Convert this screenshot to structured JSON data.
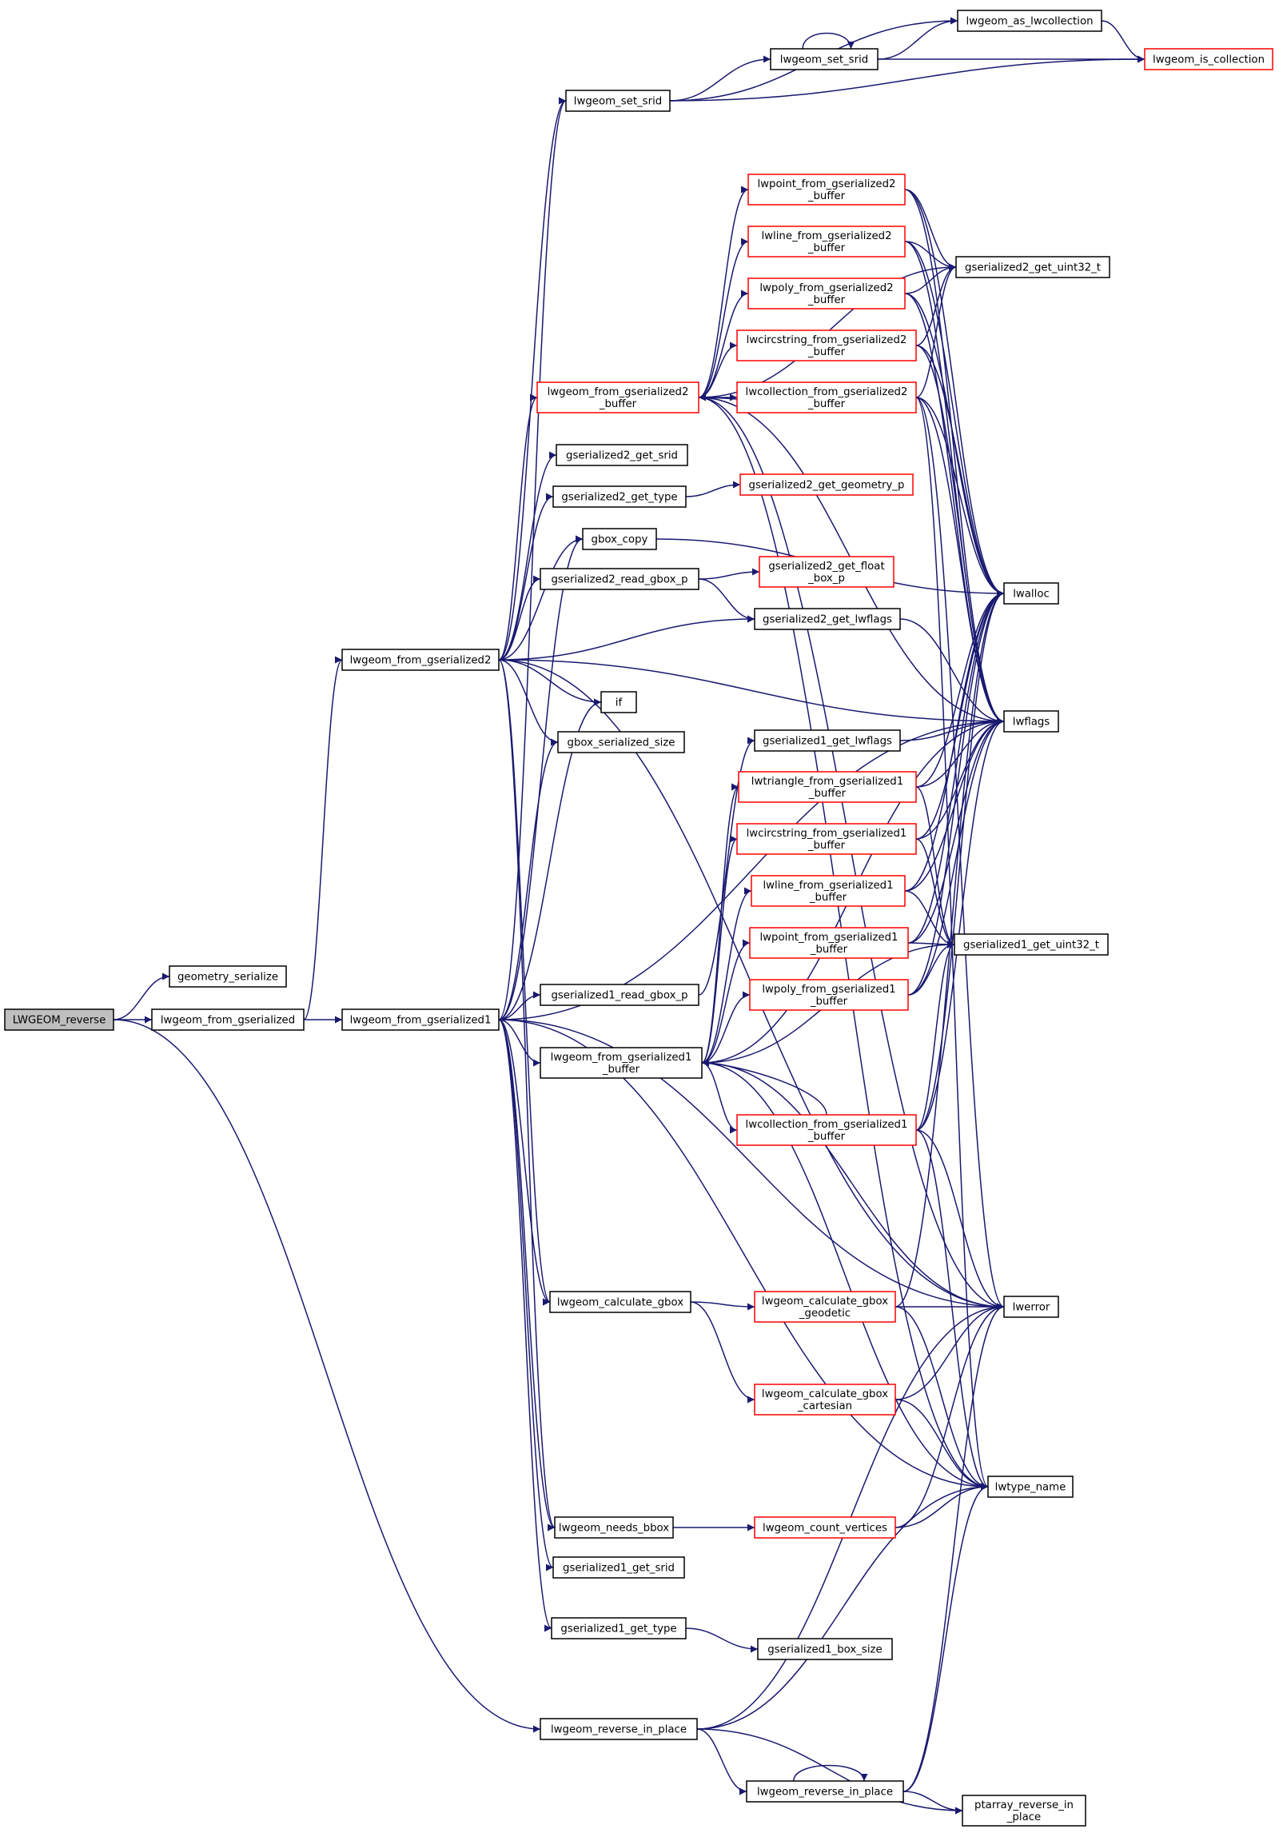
{
  "nodes": [
    {
      "id": "LWGEOM_reverse",
      "lines": [
        "LWGEOM_reverse"
      ],
      "style": "root"
    },
    {
      "id": "geometry_serialize",
      "lines": [
        "geometry_serialize"
      ],
      "style": "normal"
    },
    {
      "id": "lwgeom_from_gserialized",
      "lines": [
        "lwgeom_from_gserialized"
      ],
      "style": "normal"
    },
    {
      "id": "lwgeom_from_gserialized1",
      "lines": [
        "lwgeom_from_gserialized1"
      ],
      "style": "normal"
    },
    {
      "id": "lwgeom_from_gserialized2",
      "lines": [
        "lwgeom_from_gserialized2"
      ],
      "style": "normal"
    },
    {
      "id": "lwgeom_set_srid",
      "lines": [
        "lwgeom_set_srid"
      ],
      "style": "normal"
    },
    {
      "id": "lwgeom_set_srid_inner",
      "lines": [
        "lwgeom_set_srid"
      ],
      "style": "normal"
    },
    {
      "id": "lwgeom_as_lwcollection",
      "lines": [
        "lwgeom_as_lwcollection"
      ],
      "style": "normal"
    },
    {
      "id": "lwgeom_is_collection",
      "lines": [
        "lwgeom_is_collection"
      ],
      "style": "truncated"
    },
    {
      "id": "lwpoint_from_gserialized2_buffer",
      "lines": [
        "lwpoint_from_gserialized2",
        "_buffer"
      ],
      "style": "truncated"
    },
    {
      "id": "lwline_from_gserialized2_buffer",
      "lines": [
        "lwline_from_gserialized2",
        "_buffer"
      ],
      "style": "truncated"
    },
    {
      "id": "lwpoly_from_gserialized2_buffer",
      "lines": [
        "lwpoly_from_gserialized2",
        "_buffer"
      ],
      "style": "truncated"
    },
    {
      "id": "lwcircstring_from_gserialized2_buffer",
      "lines": [
        "lwcircstring_from_gserialized2",
        "_buffer"
      ],
      "style": "truncated"
    },
    {
      "id": "lwcollection_from_gserialized2_buffer",
      "lines": [
        "lwcollection_from_gserialized2",
        "_buffer"
      ],
      "style": "truncated"
    },
    {
      "id": "lwgeom_from_gserialized2_buffer",
      "lines": [
        "lwgeom_from_gserialized2",
        "_buffer"
      ],
      "style": "truncated"
    },
    {
      "id": "gserialized2_get_uint32_t",
      "lines": [
        "gserialized2_get_uint32_t"
      ],
      "style": "normal"
    },
    {
      "id": "gserialized2_get_srid",
      "lines": [
        "gserialized2_get_srid"
      ],
      "style": "normal"
    },
    {
      "id": "gserialized2_get_type",
      "lines": [
        "gserialized2_get_type"
      ],
      "style": "normal"
    },
    {
      "id": "gserialized2_get_geometry_p",
      "lines": [
        "gserialized2_get_geometry_p"
      ],
      "style": "truncated"
    },
    {
      "id": "gbox_copy",
      "lines": [
        "gbox_copy"
      ],
      "style": "normal"
    },
    {
      "id": "gserialized2_read_gbox_p",
      "lines": [
        "gserialized2_read_gbox_p"
      ],
      "style": "normal"
    },
    {
      "id": "gserialized2_get_float_box_p",
      "lines": [
        "gserialized2_get_float",
        "_box_p"
      ],
      "style": "truncated"
    },
    {
      "id": "lwalloc",
      "lines": [
        "lwalloc"
      ],
      "style": "normal"
    },
    {
      "id": "gserialized2_get_lwflags",
      "lines": [
        "gserialized2_get_lwflags"
      ],
      "style": "normal"
    },
    {
      "id": "if",
      "lines": [
        "if"
      ],
      "style": "normal"
    },
    {
      "id": "lwflags",
      "lines": [
        "lwflags"
      ],
      "style": "normal"
    },
    {
      "id": "gbox_serialized_size",
      "lines": [
        "gbox_serialized_size"
      ],
      "style": "normal"
    },
    {
      "id": "gserialized1_get_lwflags",
      "lines": [
        "gserialized1_get_lwflags"
      ],
      "style": "normal"
    },
    {
      "id": "lwtriangle_from_gserialized1_buffer",
      "lines": [
        "lwtriangle_from_gserialized1",
        "_buffer"
      ],
      "style": "truncated"
    },
    {
      "id": "lwcircstring_from_gserialized1_buffer",
      "lines": [
        "lwcircstring_from_gserialized1",
        "_buffer"
      ],
      "style": "truncated"
    },
    {
      "id": "lwline_from_gserialized1_buffer",
      "lines": [
        "lwline_from_gserialized1",
        "_buffer"
      ],
      "style": "truncated"
    },
    {
      "id": "lwpoint_from_gserialized1_buffer",
      "lines": [
        "lwpoint_from_gserialized1",
        "_buffer"
      ],
      "style": "truncated"
    },
    {
      "id": "gserialized1_get_uint32_t",
      "lines": [
        "gserialized1_get_uint32_t"
      ],
      "style": "normal"
    },
    {
      "id": "lwpoly_from_gserialized1_buffer",
      "lines": [
        "lwpoly_from_gserialized1",
        "_buffer"
      ],
      "style": "truncated"
    },
    {
      "id": "gserialized1_read_gbox_p",
      "lines": [
        "gserialized1_read_gbox_p"
      ],
      "style": "normal"
    },
    {
      "id": "lwgeom_from_gserialized1_buffer",
      "lines": [
        "lwgeom_from_gserialized1",
        "_buffer"
      ],
      "style": "normal"
    },
    {
      "id": "lwcollection_from_gserialized1_buffer",
      "lines": [
        "lwcollection_from_gserialized1",
        "_buffer"
      ],
      "style": "truncated"
    },
    {
      "id": "lwgeom_calculate_gbox",
      "lines": [
        "lwgeom_calculate_gbox"
      ],
      "style": "normal"
    },
    {
      "id": "lwgeom_calculate_gbox_geodetic",
      "lines": [
        "lwgeom_calculate_gbox",
        "_geodetic"
      ],
      "style": "truncated"
    },
    {
      "id": "lwerror",
      "lines": [
        "lwerror"
      ],
      "style": "normal"
    },
    {
      "id": "lwgeom_calculate_gbox_cartesian",
      "lines": [
        "lwgeom_calculate_gbox",
        "_cartesian"
      ],
      "style": "truncated"
    },
    {
      "id": "lwtype_name",
      "lines": [
        "lwtype_name"
      ],
      "style": "normal"
    },
    {
      "id": "lwgeom_needs_bbox",
      "lines": [
        "lwgeom_needs_bbox"
      ],
      "style": "normal"
    },
    {
      "id": "lwgeom_count_vertices",
      "lines": [
        "lwgeom_count_vertices"
      ],
      "style": "truncated"
    },
    {
      "id": "gserialized1_get_srid",
      "lines": [
        "gserialized1_get_srid"
      ],
      "style": "normal"
    },
    {
      "id": "gserialized1_get_type",
      "lines": [
        "gserialized1_get_type"
      ],
      "style": "normal"
    },
    {
      "id": "gserialized1_box_size",
      "lines": [
        "gserialized1_box_size"
      ],
      "style": "normal"
    },
    {
      "id": "lwgeom_reverse_in_place",
      "lines": [
        "lwgeom_reverse_in_place"
      ],
      "style": "normal"
    },
    {
      "id": "lwgeom_reverse_in_place_inner",
      "lines": [
        "lwgeom_reverse_in_place"
      ],
      "style": "normal"
    },
    {
      "id": "ptarray_reverse_in_place",
      "lines": [
        "ptarray_reverse_in",
        "_place"
      ],
      "style": "normal"
    }
  ],
  "edges": [
    [
      "LWGEOM_reverse",
      "geometry_serialize"
    ],
    [
      "LWGEOM_reverse",
      "lwgeom_from_gserialized"
    ],
    [
      "LWGEOM_reverse",
      "lwgeom_reverse_in_place"
    ],
    [
      "lwgeom_from_gserialized",
      "lwgeom_from_gserialized1"
    ],
    [
      "lwgeom_from_gserialized",
      "lwgeom_from_gserialized2"
    ],
    [
      "lwgeom_from_gserialized2",
      "lwgeom_set_srid"
    ],
    [
      "lwgeom_from_gserialized2",
      "lwgeom_from_gserialized2_buffer"
    ],
    [
      "lwgeom_from_gserialized2",
      "gserialized2_get_srid"
    ],
    [
      "lwgeom_from_gserialized2",
      "gserialized2_get_type"
    ],
    [
      "lwgeom_from_gserialized2",
      "gbox_copy"
    ],
    [
      "lwgeom_from_gserialized2",
      "gserialized2_read_gbox_p"
    ],
    [
      "lwgeom_from_gserialized2",
      "gserialized2_get_lwflags"
    ],
    [
      "lwgeom_from_gserialized2",
      "if"
    ],
    [
      "lwgeom_from_gserialized2",
      "gbox_serialized_size"
    ],
    [
      "lwgeom_from_gserialized2",
      "lwflags"
    ],
    [
      "lwgeom_from_gserialized2",
      "lwgeom_calculate_gbox"
    ],
    [
      "lwgeom_from_gserialized2",
      "lwgeom_needs_bbox"
    ],
    [
      "lwgeom_from_gserialized2",
      "lwerror"
    ],
    [
      "lwgeom_from_gserialized1",
      "lwgeom_set_srid"
    ],
    [
      "lwgeom_from_gserialized1",
      "gbox_copy"
    ],
    [
      "lwgeom_from_gserialized1",
      "if"
    ],
    [
      "lwgeom_from_gserialized1",
      "gbox_serialized_size"
    ],
    [
      "lwgeom_from_gserialized1",
      "lwflags"
    ],
    [
      "lwgeom_from_gserialized1",
      "gserialized1_read_gbox_p"
    ],
    [
      "lwgeom_from_gserialized1",
      "lwgeom_from_gserialized1_buffer"
    ],
    [
      "lwgeom_from_gserialized1",
      "lwgeom_calculate_gbox"
    ],
    [
      "lwgeom_from_gserialized1",
      "lwgeom_needs_bbox"
    ],
    [
      "lwgeom_from_gserialized1",
      "gserialized1_get_srid"
    ],
    [
      "lwgeom_from_gserialized1",
      "gserialized1_get_type"
    ],
    [
      "lwgeom_from_gserialized1",
      "lwerror"
    ],
    [
      "lwgeom_from_gserialized1",
      "lwtype_name"
    ],
    [
      "lwgeom_set_srid",
      "lwgeom_set_srid_inner"
    ],
    [
      "lwgeom_set_srid",
      "lwgeom_as_lwcollection"
    ],
    [
      "lwgeom_set_srid",
      "lwgeom_is_collection"
    ],
    [
      "lwgeom_set_srid_inner",
      "lwgeom_set_srid_inner"
    ],
    [
      "lwgeom_set_srid_inner",
      "lwgeom_as_lwcollection"
    ],
    [
      "lwgeom_set_srid_inner",
      "lwgeom_is_collection"
    ],
    [
      "lwgeom_as_lwcollection",
      "lwgeom_is_collection"
    ],
    [
      "lwgeom_from_gserialized2_buffer",
      "lwpoint_from_gserialized2_buffer"
    ],
    [
      "lwgeom_from_gserialized2_buffer",
      "lwline_from_gserialized2_buffer"
    ],
    [
      "lwgeom_from_gserialized2_buffer",
      "lwpoly_from_gserialized2_buffer"
    ],
    [
      "lwgeom_from_gserialized2_buffer",
      "lwcircstring_from_gserialized2_buffer"
    ],
    [
      "lwgeom_from_gserialized2_buffer",
      "lwcollection_from_gserialized2_buffer"
    ],
    [
      "lwgeom_from_gserialized2_buffer",
      "gserialized2_get_uint32_t"
    ],
    [
      "lwgeom_from_gserialized2_buffer",
      "lwflags"
    ],
    [
      "lwgeom_from_gserialized2_buffer",
      "lwerror"
    ],
    [
      "lwgeom_from_gserialized2_buffer",
      "lwtype_name"
    ],
    [
      "lwcollection_from_gserialized2_buffer",
      "lwgeom_from_gserialized2_buffer"
    ],
    [
      "lwpoint_from_gserialized2_buffer",
      "gserialized2_get_uint32_t"
    ],
    [
      "lwpoint_from_gserialized2_buffer",
      "lwalloc"
    ],
    [
      "lwpoint_from_gserialized2_buffer",
      "lwflags"
    ],
    [
      "lwline_from_gserialized2_buffer",
      "gserialized2_get_uint32_t"
    ],
    [
      "lwline_from_gserialized2_buffer",
      "lwalloc"
    ],
    [
      "lwline_from_gserialized2_buffer",
      "lwflags"
    ],
    [
      "lwpoly_from_gserialized2_buffer",
      "gserialized2_get_uint32_t"
    ],
    [
      "lwpoly_from_gserialized2_buffer",
      "lwalloc"
    ],
    [
      "lwpoly_from_gserialized2_buffer",
      "lwflags"
    ],
    [
      "lwcircstring_from_gserialized2_buffer",
      "gserialized2_get_uint32_t"
    ],
    [
      "lwcircstring_from_gserialized2_buffer",
      "lwalloc"
    ],
    [
      "lwcircstring_from_gserialized2_buffer",
      "lwflags"
    ],
    [
      "lwcollection_from_gserialized2_buffer",
      "gserialized2_get_uint32_t"
    ],
    [
      "lwcollection_from_gserialized2_buffer",
      "lwalloc"
    ],
    [
      "lwcollection_from_gserialized2_buffer",
      "lwflags"
    ],
    [
      "lwcollection_from_gserialized2_buffer",
      "lwerror"
    ],
    [
      "lwcollection_from_gserialized2_buffer",
      "lwtype_name"
    ],
    [
      "gserialized2_get_type",
      "gserialized2_get_geometry_p"
    ],
    [
      "gbox_copy",
      "lwalloc"
    ],
    [
      "gserialized2_read_gbox_p",
      "gserialized2_get_float_box_p"
    ],
    [
      "gserialized2_read_gbox_p",
      "gserialized2_get_lwflags"
    ],
    [
      "gserialized2_get_lwflags",
      "lwflags"
    ],
    [
      "gserialized1_read_gbox_p",
      "gserialized1_get_lwflags"
    ],
    [
      "gserialized1_get_lwflags",
      "lwflags"
    ],
    [
      "lwgeom_from_gserialized1_buffer",
      "lwtriangle_from_gserialized1_buffer"
    ],
    [
      "lwgeom_from_gserialized1_buffer",
      "lwcircstring_from_gserialized1_buffer"
    ],
    [
      "lwgeom_from_gserialized1_buffer",
      "lwline_from_gserialized1_buffer"
    ],
    [
      "lwgeom_from_gserialized1_buffer",
      "lwpoint_from_gserialized1_buffer"
    ],
    [
      "lwgeom_from_gserialized1_buffer",
      "lwpoly_from_gserialized1_buffer"
    ],
    [
      "lwgeom_from_gserialized1_buffer",
      "lwcollection_from_gserialized1_buffer"
    ],
    [
      "lwgeom_from_gserialized1_buffer",
      "gserialized1_get_uint32_t"
    ],
    [
      "lwgeom_from_gserialized1_buffer",
      "lwflags"
    ],
    [
      "lwgeom_from_gserialized1_buffer",
      "lwerror"
    ],
    [
      "lwgeom_from_gserialized1_buffer",
      "lwtype_name"
    ],
    [
      "lwcollection_from_gserialized1_buffer",
      "lwgeom_from_gserialized1_buffer"
    ],
    [
      "lwtriangle_from_gserialized1_buffer",
      "gserialized1_get_uint32_t"
    ],
    [
      "lwtriangle_from_gserialized1_buffer",
      "lwalloc"
    ],
    [
      "lwtriangle_from_gserialized1_buffer",
      "lwflags"
    ],
    [
      "lwcircstring_from_gserialized1_buffer",
      "gserialized1_get_uint32_t"
    ],
    [
      "lwcircstring_from_gserialized1_buffer",
      "lwalloc"
    ],
    [
      "lwcircstring_from_gserialized1_buffer",
      "lwflags"
    ],
    [
      "lwline_from_gserialized1_buffer",
      "gserialized1_get_uint32_t"
    ],
    [
      "lwline_from_gserialized1_buffer",
      "lwalloc"
    ],
    [
      "lwline_from_gserialized1_buffer",
      "lwflags"
    ],
    [
      "lwpoint_from_gserialized1_buffer",
      "gserialized1_get_uint32_t"
    ],
    [
      "lwpoint_from_gserialized1_buffer",
      "lwalloc"
    ],
    [
      "lwpoint_from_gserialized1_buffer",
      "lwflags"
    ],
    [
      "lwpoly_from_gserialized1_buffer",
      "gserialized1_get_uint32_t"
    ],
    [
      "lwpoly_from_gserialized1_buffer",
      "lwalloc"
    ],
    [
      "lwpoly_from_gserialized1_buffer",
      "lwflags"
    ],
    [
      "lwcollection_from_gserialized1_buffer",
      "gserialized1_get_uint32_t"
    ],
    [
      "lwcollection_from_gserialized1_buffer",
      "lwalloc"
    ],
    [
      "lwcollection_from_gserialized1_buffer",
      "lwflags"
    ],
    [
      "lwcollection_from_gserialized1_buffer",
      "lwerror"
    ],
    [
      "lwcollection_from_gserialized1_buffer",
      "lwtype_name"
    ],
    [
      "lwgeom_calculate_gbox",
      "lwgeom_calculate_gbox_geodetic"
    ],
    [
      "lwgeom_calculate_gbox",
      "lwgeom_calculate_gbox_cartesian"
    ],
    [
      "lwgeom_calculate_gbox_geodetic",
      "lwerror"
    ],
    [
      "lwgeom_calculate_gbox_geodetic",
      "lwtype_name"
    ],
    [
      "lwgeom_calculate_gbox_geodetic",
      "lwalloc"
    ],
    [
      "lwgeom_calculate_gbox_cartesian",
      "lwerror"
    ],
    [
      "lwgeom_calculate_gbox_cartesian",
      "lwtype_name"
    ],
    [
      "lwgeom_needs_bbox",
      "lwgeom_count_vertices"
    ],
    [
      "lwgeom_count_vertices",
      "lwerror"
    ],
    [
      "lwgeom_count_vertices",
      "lwtype_name"
    ],
    [
      "gserialized1_get_type",
      "gserialized1_box_size"
    ],
    [
      "lwgeom_reverse_in_place",
      "lwgeom_reverse_in_place_inner"
    ],
    [
      "lwgeom_reverse_in_place",
      "ptarray_reverse_in_place"
    ],
    [
      "lwgeom_reverse_in_place",
      "lwerror"
    ],
    [
      "lwgeom_reverse_in_place",
      "lwtype_name"
    ],
    [
      "lwgeom_reverse_in_place_inner",
      "lwgeom_reverse_in_place_inner"
    ],
    [
      "lwgeom_reverse_in_place_inner",
      "ptarray_reverse_in_place"
    ],
    [
      "lwgeom_reverse_in_place_inner",
      "lwerror"
    ],
    [
      "lwgeom_reverse_in_place_inner",
      "lwtype_name"
    ]
  ]
}
